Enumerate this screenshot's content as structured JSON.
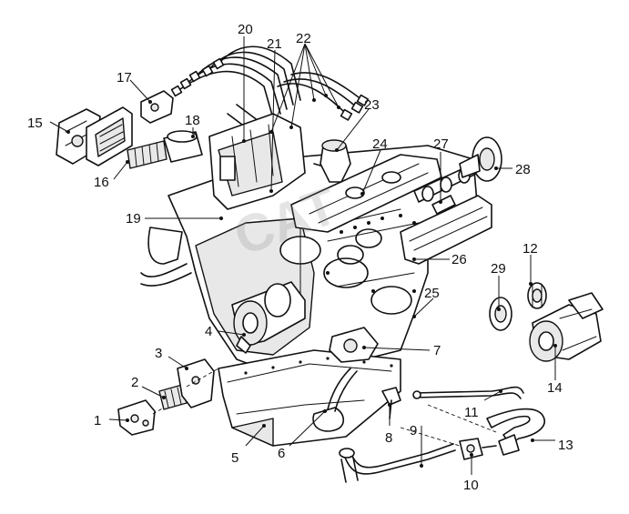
{
  "callouts": [
    {
      "id": "c1",
      "text": "1"
    },
    {
      "id": "c2",
      "text": "2"
    },
    {
      "id": "c3",
      "text": "3"
    },
    {
      "id": "c4",
      "text": "4"
    },
    {
      "id": "c5",
      "text": "5"
    },
    {
      "id": "c6",
      "text": "6"
    },
    {
      "id": "c7",
      "text": "7"
    },
    {
      "id": "c8",
      "text": "8"
    },
    {
      "id": "c9",
      "text": "9"
    },
    {
      "id": "c10",
      "text": "10"
    },
    {
      "id": "c11",
      "text": "11"
    },
    {
      "id": "c12",
      "text": "12"
    },
    {
      "id": "c13",
      "text": "13"
    },
    {
      "id": "c14",
      "text": "14"
    },
    {
      "id": "c15",
      "text": "15"
    },
    {
      "id": "c16",
      "text": "16"
    },
    {
      "id": "c17",
      "text": "17"
    },
    {
      "id": "c18",
      "text": "18"
    },
    {
      "id": "c19",
      "text": "19"
    },
    {
      "id": "c20",
      "text": "20"
    },
    {
      "id": "c21",
      "text": "21"
    },
    {
      "id": "c22",
      "text": "22"
    },
    {
      "id": "c23",
      "text": "23"
    },
    {
      "id": "c24",
      "text": "24"
    },
    {
      "id": "c25",
      "text": "25"
    },
    {
      "id": "c26",
      "text": "26"
    },
    {
      "id": "c27",
      "text": "27"
    },
    {
      "id": "c28",
      "text": "28"
    },
    {
      "id": "c29",
      "text": "29"
    }
  ],
  "watermark": "CAT"
}
